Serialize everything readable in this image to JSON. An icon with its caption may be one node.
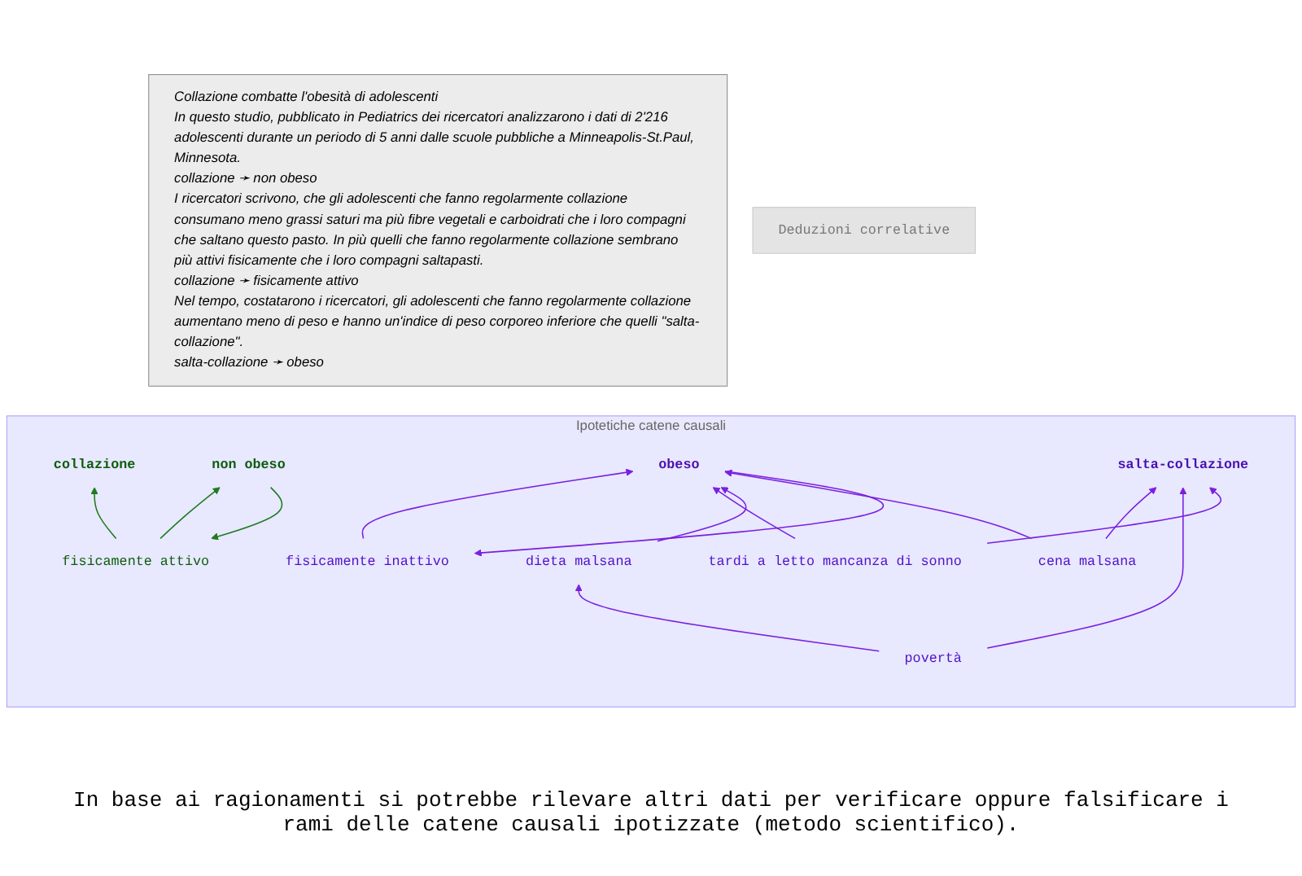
{
  "diagram": {
    "caption": "In base ai ragionamenti si potrebbe rilevare altri dati per verificare oppure falsificare i rami delle catene causali ipotizzate (metodo scientifico).",
    "nodes": [
      {
        "text": [
          "Collazione combatte l'obesità di adolescenti",
          "In questo studio, pubblicato in Pediatrics dei ricercatori analizzarono i dati di 2'216 adolescenti durante un periodo di 5 anni dalle scuole pubbliche a Minneapolis-St.Paul, Minnesota.",
          "collazione ➛ non obeso",
          "I ricercatori scrivono, che gli adolescenti che fanno regolarmente collazione consumano meno grassi saturi ma più fibre vegetali e carboidrati che i loro compagni che saltano questo pasto. In più quelli che fanno regolarmente collazione sembrano più attivi fisicamente che i loro compagni saltapasti.",
          "collazione ➛ fisicamente attivo",
          "Nel tempo, costatarono i ricercatori, gli adolescenti che fanno regolarmente collazione aumentano meno di peso e hanno un'indice di peso corporeo inferiore che quelli \"salta-collazione\".",
          "salta-collazione ➛ obeso"
        ]
      },
      {
        "text": [
          "Deduzioni correlative"
        ]
      },
      {
        "text": [
          "Ipotetiche catene causali"
        ]
      },
      {
        "text": [
          "fisicamente inattivo"
        ],
        "in": 2
      },
      {
        "text": [
          "obeso"
        ],
        "in": 2
      },
      {
        "text": [
          "collazione"
        ],
        "in": 2
      },
      {
        "text": [
          "non obeso"
        ],
        "in": 2
      },
      {
        "text": [
          "dieta malsana"
        ],
        "in": 2
      },
      {
        "text": [
          "cena malsana"
        ],
        "in": 2
      },
      {
        "text": [
          "tardi a letto mancanza di sonno"
        ],
        "in": 2
      },
      {
        "text": [
          "salta-collazione"
        ],
        "in": 2
      },
      {
        "text": [
          "fisicamente attivo"
        ],
        "in": 2
      },
      {
        "text": [
          "povertà"
        ],
        "in": 2
      }
    ],
    "edges": [
      {
        "from": 11,
        "to": 5,
        "arrow": "to",
        "color": "#1e7b1e"
      },
      {
        "from": 11,
        "to": 6,
        "arrow": "to",
        "color": "#1e7b1e"
      },
      {
        "from": 6,
        "to": 11,
        "arrow": "to",
        "color": "#1e7b1e"
      },
      {
        "from": 4,
        "to": 3,
        "arrow": "to"
      },
      {
        "from": 3,
        "to": 4,
        "arrow": "to"
      },
      {
        "from": 9,
        "to": 4,
        "arrow": "to"
      },
      {
        "from": 7,
        "to": 4,
        "arrow": "to"
      },
      {
        "from": 8,
        "to": 4,
        "arrow": "to"
      },
      {
        "from": 8,
        "to": 10,
        "arrow": "to"
      },
      {
        "from": 12,
        "to": 7,
        "arrow": "to"
      },
      {
        "from": 12,
        "to": 10,
        "arrow": "to"
      },
      {
        "from": 9,
        "to": 10,
        "arrow": "to"
      }
    ]
  }
}
